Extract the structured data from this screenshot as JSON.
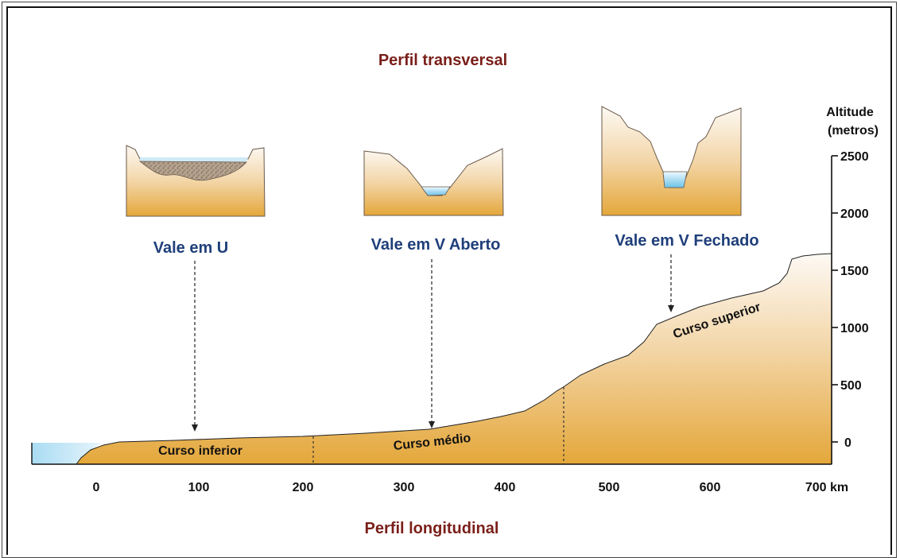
{
  "titles": {
    "top": "Perfil transversal",
    "bottom": "Perfil longitudinal"
  },
  "valleys": [
    {
      "label": "Vale em U"
    },
    {
      "label": "Vale em V Aberto"
    },
    {
      "label": "Vale em V Fechado"
    }
  ],
  "courses": {
    "lower": "Curso inferior",
    "middle": "Curso médio",
    "upper": "Curso superior"
  },
  "y_axis": {
    "title_line1": "Altitude",
    "title_line2": "(metros)",
    "ticks": [
      "2500",
      "2000",
      "1500",
      "1000",
      "500",
      "0"
    ]
  },
  "x_axis": {
    "ticks": [
      "0",
      "100",
      "200",
      "300",
      "400",
      "500",
      "600",
      "700 km"
    ]
  },
  "colors": {
    "terrain_top": "#fbf5ee",
    "terrain_bottom": "#e4a73a",
    "water_top": "#e6f4fb",
    "water_bottom": "#6cc3ea",
    "title": "#7a1f1a",
    "valley_label": "#1f3f7a"
  }
}
